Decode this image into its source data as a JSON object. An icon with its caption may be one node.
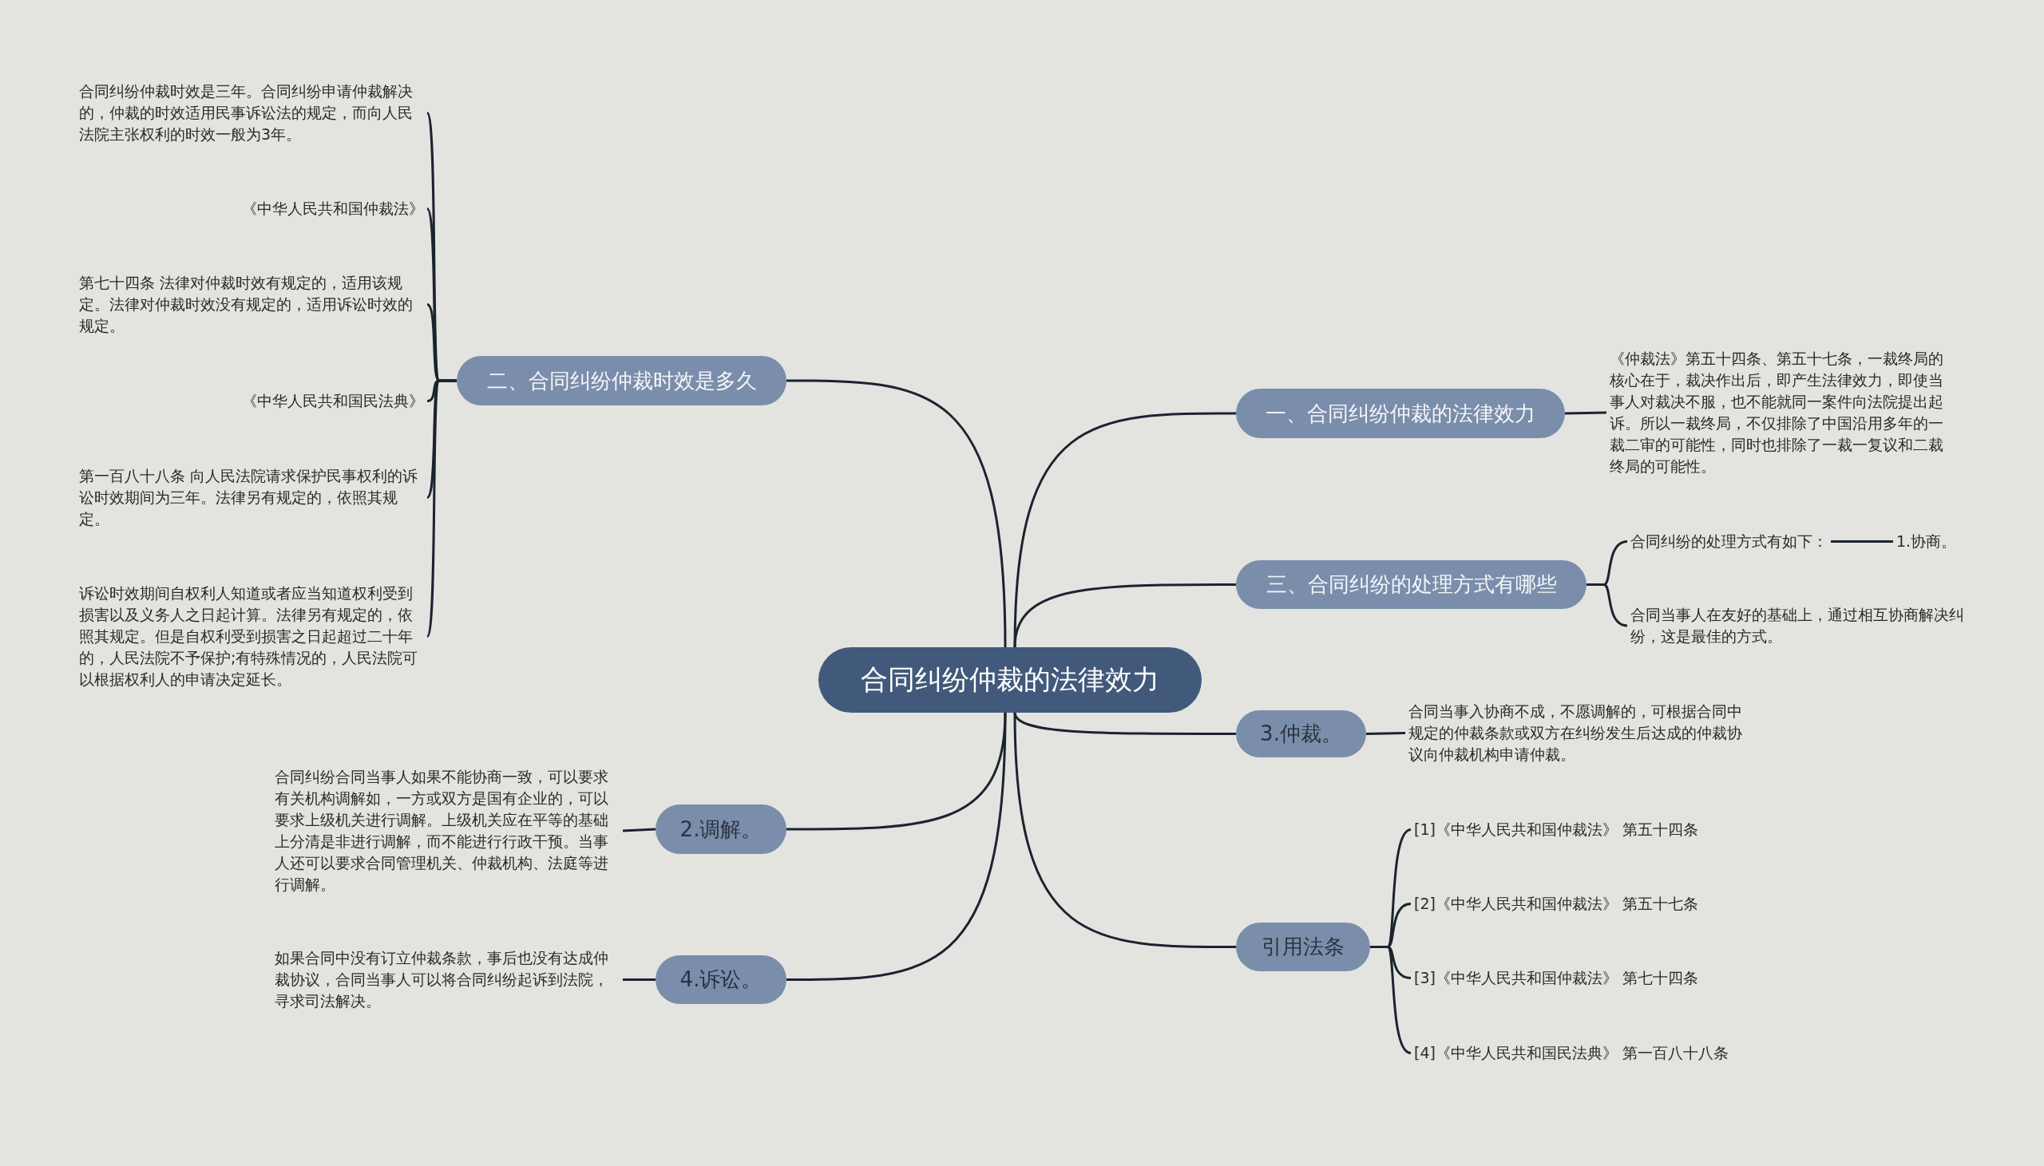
{
  "diagram": {
    "nodes": [
      {
        "text": [
          "合同纠纷仲裁的法律效力"
        ]
      },
      {
        "text": [
          "一、合同纠纷仲裁的法律效力"
        ]
      },
      {
        "text": [
          "《仲裁法》第五十四条、第五十七条，一裁终局的核心在于，裁决作出后，即产生法律效力，即使当事人对裁决不服，也不能就同一案件向法院提出起诉。所以一裁终局，不仅排除了中国沿用多年的一裁二审的可能性，同时也排除了一裁一复议和二裁终局的可能性。"
        ]
      },
      {
        "text": [
          "三、合同纠纷的处理方式有哪些"
        ]
      },
      {
        "text": [
          "合同纠纷的处理方式有如下："
        ]
      },
      {
        "text": [
          "1.协商。"
        ]
      },
      {
        "text": [
          "合同当事人在友好的基础上，通过相互协商解决纠纷，这是最佳的方式。"
        ]
      },
      {
        "text": [
          "3.仲裁。"
        ]
      },
      {
        "text": [
          "合同当事入协商不成，不愿调解的，可根据合同中规定的仲裁条款或双方在纠纷发生后达成的仲裁协议向仲裁机构申请仲裁。"
        ]
      },
      {
        "text": [
          "引用法条"
        ]
      },
      {
        "text": [
          "[1]《中华人民共和国仲裁法》 第五十四条"
        ]
      },
      {
        "text": [
          "[2]《中华人民共和国仲裁法》 第五十七条"
        ]
      },
      {
        "text": [
          "[3]《中华人民共和国仲裁法》 第七十四条"
        ]
      },
      {
        "text": [
          "[4]《中华人民共和国民法典》 第一百八十八条"
        ]
      },
      {
        "text": [
          "二、合同纠纷仲裁时效是多久"
        ]
      },
      {
        "text": [
          "合同纠纷仲裁时效是三年。合同纠纷申请仲裁解决的，仲裁的时效适用民事诉讼法的规定，而向人民法院主张权利的时效一般为3年。"
        ]
      },
      {
        "text": [
          "《中华人民共和国仲裁法》"
        ]
      },
      {
        "text": [
          "第七十四条 法律对仲裁时效有规定的，适用该规定。法律对仲裁时效没有规定的，适用诉讼时效的规定。"
        ]
      },
      {
        "text": [
          "《中华人民共和国民法典》"
        ]
      },
      {
        "text": [
          "第一百八十八条 向人民法院请求保护民事权利的诉讼时效期间为三年。法律另有规定的，依照其规定。"
        ]
      },
      {
        "text": [
          "诉讼时效期间自权利人知道或者应当知道权利受到损害以及义务人之日起计算。法律另有规定的，依照其规定。但是自权利受到损害之日起超过二十年的，人民法院不予保护;有特殊情况的，人民法院可以根据权利人的申请决定延长。"
        ]
      },
      {
        "text": [
          "2.调解。"
        ]
      },
      {
        "text": [
          "合同纠纷合同当事人如果不能协商一致，可以要求有关机构调解如，一方或双方是国有企业的，可以要求上级机关进行调解。上级机关应在平等的基础上分清是非进行调解，而不能进行行政干预。当事人还可以要求合同管理机关、仲裁机构、法庭等进行调解。"
        ]
      },
      {
        "text": [
          "4.诉讼。"
        ]
      },
      {
        "text": [
          "如果合同中没有订立仲裁条款，事后也没有达成仲裁协议，合同当事人可以将合同纠纷起诉到法院，寻求司法解决。"
        ]
      }
    ],
    "edges": [
      {
        "from": 0,
        "to": 1,
        "arrow": "none"
      },
      {
        "from": 1,
        "to": 2,
        "arrow": "none"
      },
      {
        "from": 0,
        "to": 3,
        "arrow": "none"
      },
      {
        "from": 3,
        "to": 4,
        "arrow": "none"
      },
      {
        "from": 4,
        "to": 5,
        "arrow": "none"
      },
      {
        "from": 3,
        "to": 6,
        "arrow": "none"
      },
      {
        "from": 0,
        "to": 7,
        "arrow": "none"
      },
      {
        "from": 7,
        "to": 8,
        "arrow": "none"
      },
      {
        "from": 0,
        "to": 9,
        "arrow": "none"
      },
      {
        "from": 9,
        "to": 10,
        "arrow": "none"
      },
      {
        "from": 9,
        "to": 11,
        "arrow": "none"
      },
      {
        "from": 9,
        "to": 12,
        "arrow": "none"
      },
      {
        "from": 9,
        "to": 13,
        "arrow": "none"
      },
      {
        "from": 0,
        "to": 14,
        "arrow": "none"
      },
      {
        "from": 14,
        "to": 15,
        "arrow": "none"
      },
      {
        "from": 14,
        "to": 16,
        "arrow": "none"
      },
      {
        "from": 14,
        "to": 17,
        "arrow": "none"
      },
      {
        "from": 14,
        "to": 18,
        "arrow": "none"
      },
      {
        "from": 14,
        "to": 19,
        "arrow": "none"
      },
      {
        "from": 14,
        "to": 20,
        "arrow": "none"
      },
      {
        "from": 0,
        "to": 21,
        "arrow": "none"
      },
      {
        "from": 21,
        "to": 22,
        "arrow": "none"
      },
      {
        "from": 0,
        "to": 23,
        "arrow": "none"
      },
      {
        "from": 23,
        "to": 24,
        "arrow": "none"
      }
    ]
  }
}
